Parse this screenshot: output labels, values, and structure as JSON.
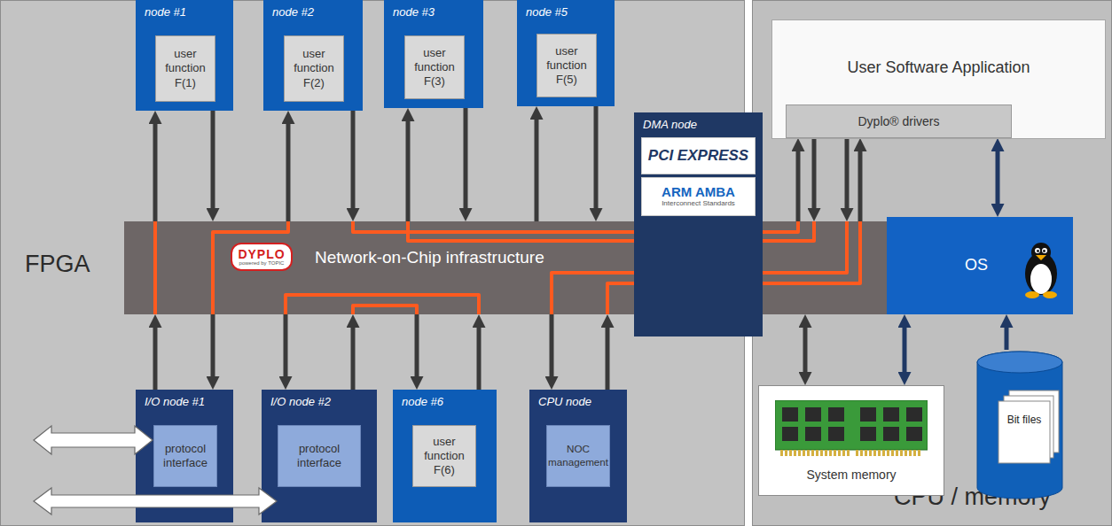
{
  "diagram": {
    "nodes": [
      {
        "text": [
          "FPGA"
        ]
      },
      {
        "text": [
          "node #1"
        ],
        "in": 0
      },
      {
        "text": [
          "user function F(1)"
        ],
        "in": 1
      },
      {
        "text": [
          "node #2"
        ],
        "in": 0
      },
      {
        "text": [
          "user function F(2)"
        ],
        "in": 3
      },
      {
        "text": [
          "node #3"
        ],
        "in": 0
      },
      {
        "text": [
          "user function F(3)"
        ],
        "in": 5
      },
      {
        "text": [
          "node #5"
        ],
        "in": 0
      },
      {
        "text": [
          "user function F(5)"
        ],
        "in": 7
      },
      {
        "text": [
          "Network-on-Chip infrastructure"
        ],
        "in": 0
      },
      {
        "text": [
          "DMA node"
        ]
      },
      {
        "text": [
          "PCI EXPRESS"
        ],
        "in": 10
      },
      {
        "text": [
          "ARM AMBA",
          "Interconnect Standards"
        ],
        "in": 10
      },
      {
        "text": [
          "I/O node #1"
        ],
        "in": 0
      },
      {
        "text": [
          "protocol interface"
        ],
        "in": 13
      },
      {
        "text": [
          "I/O node #2"
        ],
        "in": 0
      },
      {
        "text": [
          "protocol interface"
        ],
        "in": 15
      },
      {
        "text": [
          "node #6"
        ],
        "in": 0
      },
      {
        "text": [
          "user function F(6)"
        ],
        "in": 17
      },
      {
        "text": [
          "CPU node"
        ],
        "in": 0
      },
      {
        "text": [
          "NOC management"
        ],
        "in": 19
      },
      {
        "text": [
          "CPU / memory"
        ]
      },
      {
        "text": [
          "User Software Application"
        ],
        "in": 21
      },
      {
        "text": [
          "Dyplo® drivers"
        ],
        "in": 22
      },
      {
        "text": [
          "OS"
        ],
        "in": 21
      },
      {
        "text": [
          "System memory"
        ],
        "in": 21
      },
      {
        "text": [
          "Bit files"
        ],
        "in": 21
      }
    ],
    "edges": [
      {
        "from": 9,
        "to": 1,
        "arrow": "to"
      },
      {
        "from": 1,
        "to": 9,
        "arrow": "to"
      },
      {
        "from": 9,
        "to": 3,
        "arrow": "to"
      },
      {
        "from": 3,
        "to": 9,
        "arrow": "to"
      },
      {
        "from": 9,
        "to": 5,
        "arrow": "to"
      },
      {
        "from": 5,
        "to": 9,
        "arrow": "to"
      },
      {
        "from": 9,
        "to": 7,
        "arrow": "to"
      },
      {
        "from": 7,
        "to": 9,
        "arrow": "to"
      },
      {
        "from": 13,
        "to": 9,
        "arrow": "to"
      },
      {
        "from": 9,
        "to": 13,
        "arrow": "to"
      },
      {
        "from": 9,
        "to": 15,
        "arrow": "to"
      },
      {
        "from": 15,
        "to": 9,
        "arrow": "to"
      },
      {
        "from": 9,
        "to": 17,
        "arrow": "to"
      },
      {
        "from": 17,
        "to": 9,
        "arrow": "to"
      },
      {
        "from": 9,
        "to": 19,
        "arrow": "to"
      },
      {
        "from": 19,
        "to": 9,
        "arrow": "to"
      },
      {
        "from": 9,
        "to": 23,
        "arrow": "to"
      },
      {
        "from": 23,
        "to": 9,
        "arrow": "to"
      },
      {
        "from": 23,
        "to": 9,
        "arrow": "to"
      },
      {
        "from": 9,
        "to": 23,
        "arrow": "to"
      },
      {
        "from": 23,
        "to": 24,
        "arrow": "both"
      },
      {
        "from": 9,
        "to": 25,
        "arrow": "both"
      },
      {
        "from": 24,
        "to": 25,
        "arrow": "both"
      },
      {
        "from": 26,
        "to": 24,
        "arrow": "to"
      }
    ],
    "labels": [
      "DYPLO",
      "powered by TOPIC"
    ]
  }
}
